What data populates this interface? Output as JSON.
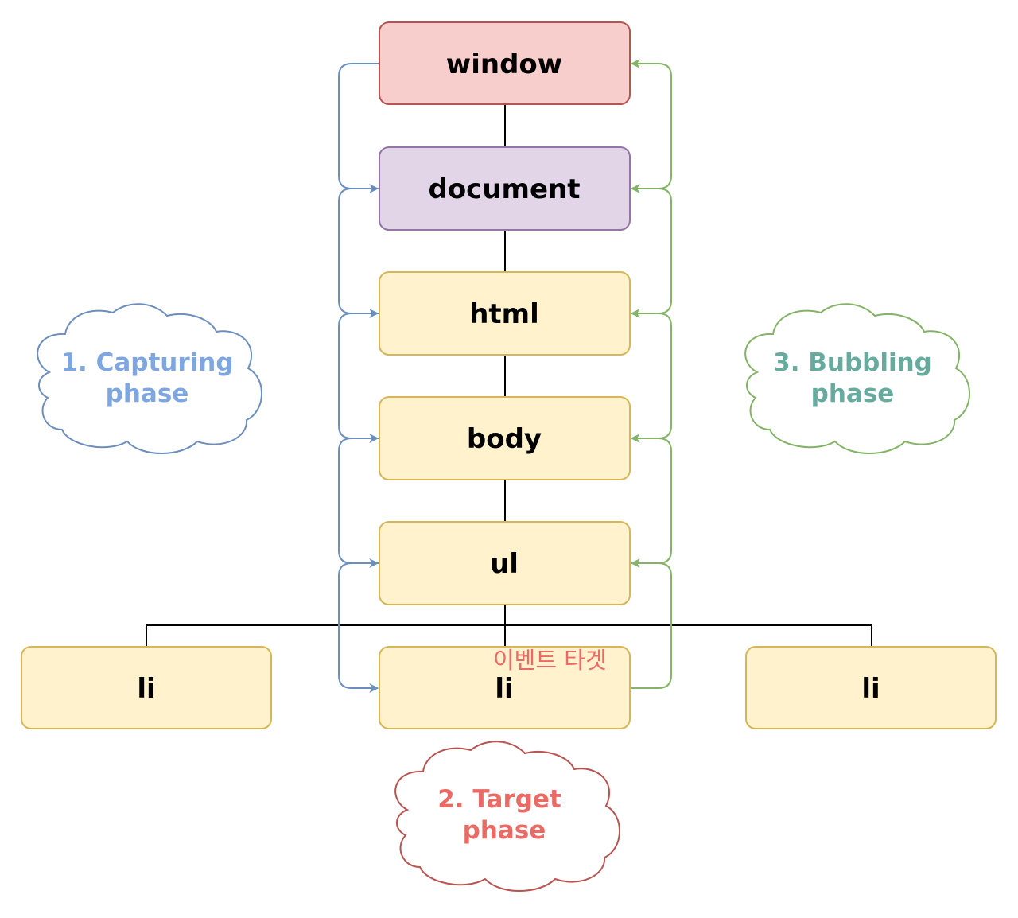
{
  "nodes": {
    "window": "window",
    "document": "document",
    "html": "html",
    "body": "body",
    "ul": "ul",
    "li_left": "li",
    "li_center": "li",
    "li_right": "li"
  },
  "target_note": "이벤트 타겟",
  "phases": {
    "capturing": {
      "line1": "1. Capturing",
      "line2": "phase"
    },
    "target": {
      "line1": "2. Target",
      "line2": "phase"
    },
    "bubbling": {
      "line1": "3. Bubbling",
      "line2": "phase"
    }
  },
  "colors": {
    "window_fill": "#f8cecc",
    "window_stroke": "#b85450",
    "document_fill": "#e1d5e7",
    "document_stroke": "#9673a6",
    "node_fill": "#fff2cc",
    "node_stroke": "#d6b656",
    "capture_arrow": "#6c8ebf",
    "bubble_arrow": "#82b366",
    "capture_text": "#7ea6e0",
    "bubble_text": "#67ab9f",
    "target_text": "#ea6b66",
    "target_cloud": "#b85450",
    "bubble_cloud": "#82b366",
    "capture_cloud": "#6c8ebf"
  }
}
